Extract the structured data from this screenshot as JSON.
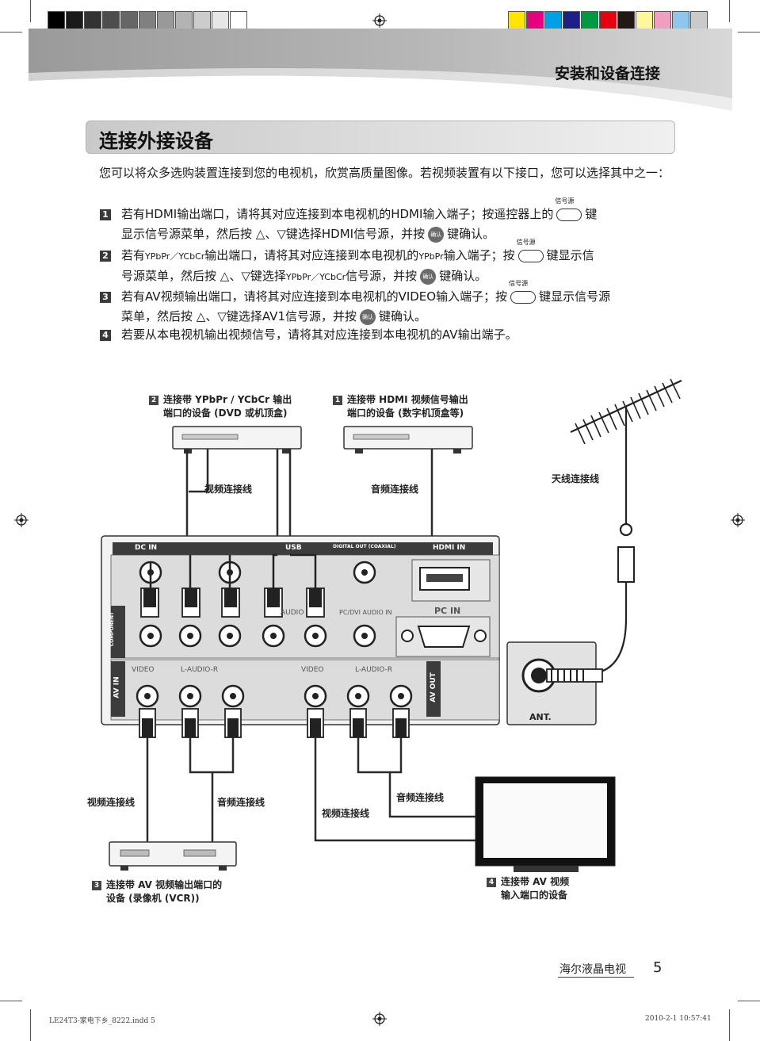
{
  "header": {
    "section_title": "安装和设备连接"
  },
  "page_title": "连接外接设备",
  "intro": "您可以将众多选购装置连接到您的电视机，欣赏高质量图像。若视频装置有以下接口，您可以选择其中之一：",
  "items": [
    {
      "num": "1",
      "line1_a": "若有HDMI输出端口，请将其对应连接到本电视机的HDMI输入端子；按遥控器上的",
      "btn_label": "信号源",
      "line1_b": "键",
      "line2_a": "显示信号源菜单，然后按",
      "arrows": "△、▽",
      "line2_b": "键选择HDMI信号源，并按",
      "ok_label": "确认",
      "line2_c": "键确认。"
    },
    {
      "num": "2",
      "line1_a": "若有",
      "ypbpr": "YPbPr／YCbCr",
      "line1_b": "输出端口，请将其对应连接到本电视机的",
      "ypbpr2": "YPbPr",
      "line1_c": "输入端子；按",
      "btn_label": "信号源",
      "line1_d": "键显示信",
      "line2_a": "号源菜单，然后按",
      "arrows": "△、▽",
      "line2_b": "键选择",
      "ypbpr3": "YPbPr／YCbCr",
      "line2_c": "信号源，并按",
      "ok_label": "确认",
      "line2_d": "键确认。"
    },
    {
      "num": "3",
      "line1_a": "若有AV视频输出端口，请将其对应连接到本电视机的VIDEO输入端子；按",
      "btn_label": "信号源",
      "line1_b": "键显示信号源",
      "line2_a": "菜单，然后按",
      "arrows": "△、▽",
      "line2_b": "键选择AV1信号源，并按",
      "ok_label": "确认",
      "line2_c": "键确认。"
    },
    {
      "num": "4",
      "line1_a": "若要从本电视机输出视频信号，请将其对应连接到本电视机的AV输出端子。"
    }
  ],
  "diagram": {
    "dev2_num": "2",
    "dev2_line1": "连接带 YPbPr / YCbCr 输出",
    "dev2_line2": "端口的设备 (DVD 或机顶盒)",
    "dev1_num": "1",
    "dev1_line1": "连接带 HDMI 视频信号输出",
    "dev1_line2": "端口的设备 (数字机顶盒等)",
    "video_cable_top": "视频连接线",
    "audio_cable_top": "音频连接线",
    "antenna_cable": "天线连接线",
    "panel": {
      "dc_in": "DC IN",
      "usb": "USB",
      "digital_out": "DIGITAL OUT (COAXIAL)",
      "hdmi_in": "HDMI IN",
      "component": "COMPONENT",
      "audio": "AUDIO",
      "pc_dvi_audio": "PC/DVI AUDIO IN",
      "pc_in": "PC IN",
      "av_in": "AV IN",
      "av_out": "AV OUT",
      "video": "VIDEO",
      "l_audio_r": "L-AUDIO-R",
      "video2": "VIDEO",
      "l_audio_r2": "L-AUDIO-R",
      "ant": "ANT."
    },
    "video_cable_left": "视频连接线",
    "audio_cable_left": "音频连接线",
    "video_cable_mid": "视频连接线",
    "audio_cable_right": "音频连接线",
    "dev3_num": "3",
    "dev3_line1": "连接带 AV 视频输出端口的",
    "dev3_line2": "设备 (录像机 (VCR))",
    "dev4_num": "4",
    "dev4_line1": "连接带 AV 视频",
    "dev4_line2": "输入端口的设备"
  },
  "footer": {
    "brand": "海尔液晶电视",
    "page": "5",
    "slug_left": "LE24T3-家电下乡_8222.indd   5",
    "slug_right": "2010-2-1   10:57:41"
  },
  "colors": {
    "grey_swatches": [
      "#000000",
      "#1a1a1a",
      "#333333",
      "#4d4d4d",
      "#666666",
      "#808080",
      "#999999",
      "#b3b3b3",
      "#cccccc",
      "#e6e6e6",
      "#ffffff"
    ],
    "color_swatches": [
      "#ffe600",
      "#e6007e",
      "#00a0e9",
      "#1d2088",
      "#009944",
      "#e60012",
      "#231815",
      "#fff799",
      "#f19ec2",
      "#8fc7ec",
      "#c9caca"
    ]
  }
}
